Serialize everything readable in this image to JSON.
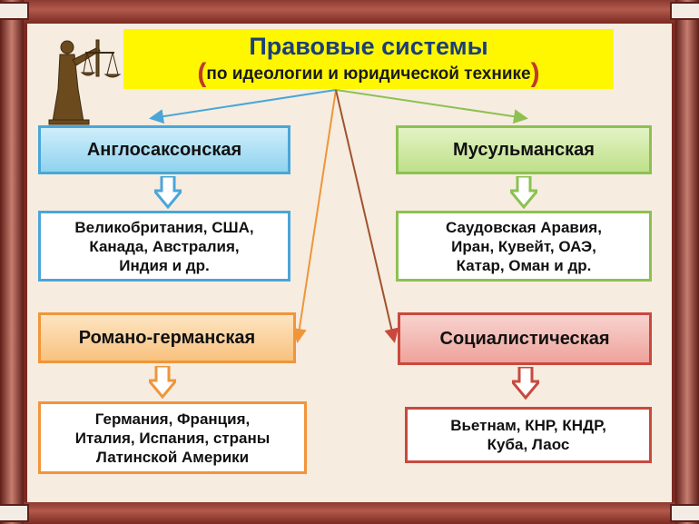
{
  "title": {
    "line1": "Правовые системы",
    "open_paren": "(",
    "line2": "по идеологии и юридической технике",
    "close_paren": ")"
  },
  "systems": [
    {
      "id": "anglo",
      "label": "Англосаксонская",
      "countries": "Великобритания, США,\nКанада, Австралия,\nИндия и др.",
      "color": "#4aa6d8"
    },
    {
      "id": "muslim",
      "label": "Мусульманская",
      "countries": "Саудовская Аравия,\nИран, Кувейт, ОАЭ,\nКатар, Оман и др.",
      "color": "#8cc152"
    },
    {
      "id": "romano",
      "label": "Романо-германская",
      "countries": "Германия, Франция,\nИталия, Испания, страны\nЛатинской Америки",
      "color": "#f0953a"
    },
    {
      "id": "social",
      "label": "Социалистическая",
      "countries": "Вьетнам, КНР, КНДР,\nКуба, Лаос",
      "color": "#c9493f"
    }
  ],
  "icons": {
    "justice": "themis-statue-icon"
  }
}
